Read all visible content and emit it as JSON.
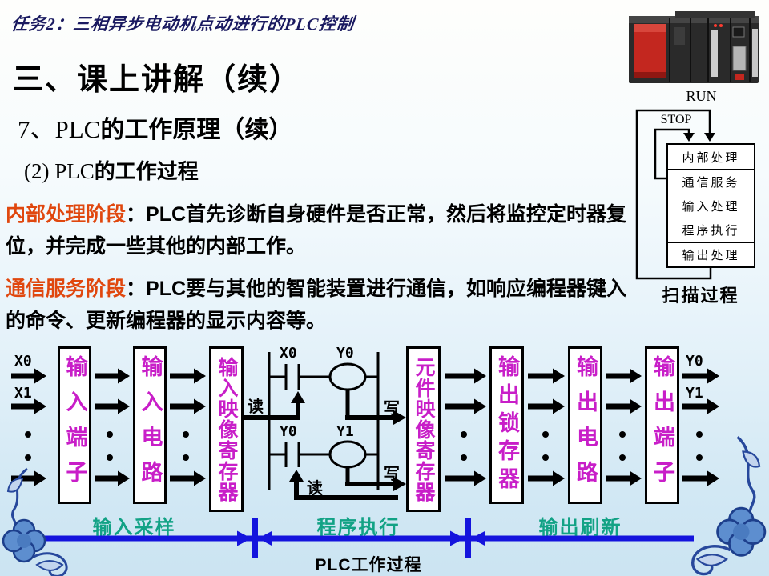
{
  "header": {
    "course_label": "任务2：三相异步电动机点动进行的PLC控制"
  },
  "titles": {
    "main": "三、课上讲解（续）",
    "sub_prefix": "7、PLC",
    "sub_rest": "的工作原理（续）",
    "sub2_prefix": "(2) PLC",
    "sub2_rest": "的工作过程"
  },
  "paragraphs": [
    {
      "label": "内部处理阶段",
      "line1": "：PLC首先诊断自身硬件是否正常，然后将监控定时器复",
      "line2": "位，并完成一些其他的内部工作。"
    },
    {
      "label": "通信服务阶段",
      "line1": "：PLC要与其他的智能装置进行通信，如响应编程器键入",
      "line2": "的命令、更新编程器的显示内容等。"
    }
  ],
  "scan_chart": {
    "run_label": "RUN",
    "stop_label": "STOP",
    "steps": [
      "内部处理",
      "通信服务",
      "输入处理",
      "程序执行",
      "输出处理"
    ],
    "caption": "扫描过程"
  },
  "diagram": {
    "boxes": [
      "输入端子",
      "输入电路",
      "输入映像寄存器",
      "元件映像寄存器",
      "输出锁存器",
      "输出电路",
      "输出端子"
    ],
    "input_signals": [
      "X0",
      "X1"
    ],
    "output_signals": [
      "Y0",
      "Y1"
    ],
    "ladder": {
      "contact1": "X0",
      "coil1": "Y0",
      "contact2": "Y0",
      "coil2": "Y1",
      "read": "读",
      "write": "写"
    },
    "phases": [
      "输入采样",
      "程序执行",
      "输出刷新"
    ],
    "caption": "PLC工作过程"
  },
  "colors": {
    "stage_label_orange": "#e0470e",
    "box_text_magenta": "#c81ec8",
    "phase_green": "#12a285",
    "timeline_blue": "#1414dd",
    "header_script": "#1a1a60"
  }
}
